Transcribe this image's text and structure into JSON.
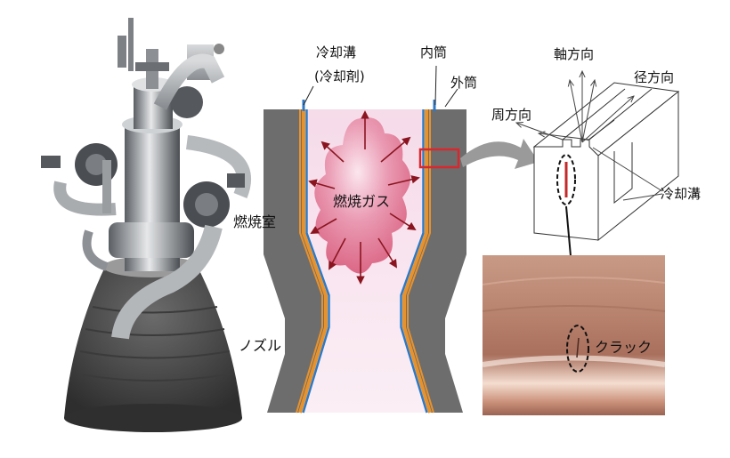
{
  "labels": {
    "cooling_channel_coolant": "冷却溝",
    "coolant_paren": "(冷却剤)",
    "inner_liner": "内筒",
    "outer_liner": "外筒",
    "combustion_chamber": "燃焼室",
    "combustion_gas": "燃焼ガス",
    "nozzle": "ノズル",
    "axial": "軸方向",
    "radial": "径方向",
    "circumferential": "周方向",
    "cooling_channel": "冷却溝",
    "crack": "クラック"
  },
  "colors": {
    "highlight_red": "#d9272e",
    "coolant_blue": "#2f78c4",
    "liner_orange": "#e8922c",
    "wall_gray": "#6d6d6d",
    "gas_pink": "#e27a97",
    "flow_pink": "#f3cfe1",
    "arrow_gray": "#9a9a9a"
  }
}
